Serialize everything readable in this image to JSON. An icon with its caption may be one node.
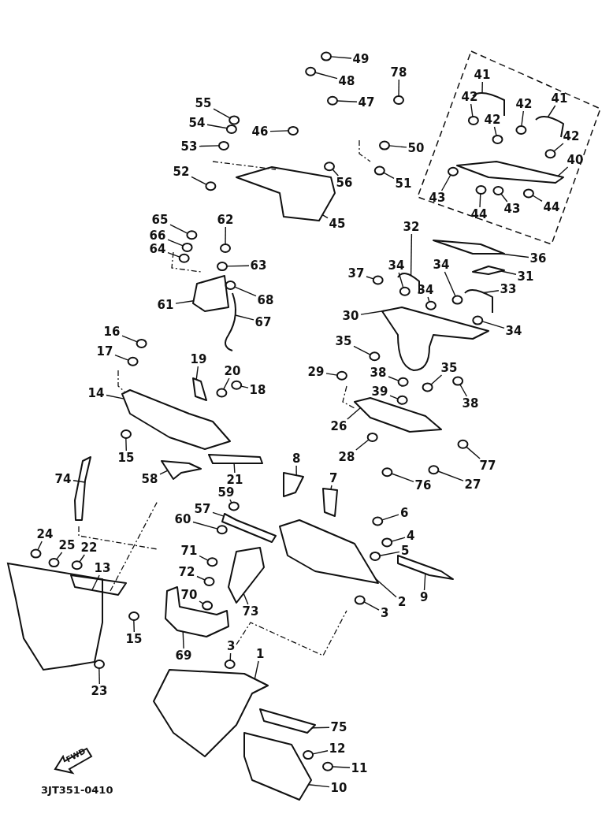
{
  "diagram": {
    "nodes": [
      {
        "text": [
          "49"
        ]
      },
      {
        "text": [
          "78"
        ]
      },
      {
        "text": [
          "48"
        ]
      },
      {
        "text": [
          "47"
        ]
      },
      {
        "text": [
          "55"
        ]
      },
      {
        "text": [
          "54"
        ]
      },
      {
        "text": [
          "46"
        ]
      },
      {
        "text": [
          "53"
        ]
      },
      {
        "text": [
          "50"
        ]
      },
      {
        "text": [
          "52"
        ]
      },
      {
        "text": [
          "56"
        ]
      },
      {
        "text": [
          "51"
        ]
      },
      {
        "text": [
          "45"
        ]
      },
      {
        "text": [
          "41"
        ]
      },
      {
        "text": [
          "41"
        ]
      },
      {
        "text": [
          "42"
        ]
      },
      {
        "text": [
          "42"
        ]
      },
      {
        "text": [
          "42"
        ]
      },
      {
        "text": [
          "42"
        ]
      },
      {
        "text": [
          "40"
        ]
      },
      {
        "text": [
          "43"
        ]
      },
      {
        "text": [
          "44"
        ]
      },
      {
        "text": [
          "43"
        ]
      },
      {
        "text": [
          "44"
        ]
      },
      {
        "text": [
          "65"
        ]
      },
      {
        "text": [
          "62"
        ]
      },
      {
        "text": [
          "32"
        ]
      },
      {
        "text": [
          "66"
        ]
      },
      {
        "text": [
          "64"
        ]
      },
      {
        "text": [
          "36"
        ]
      },
      {
        "text": [
          "63"
        ]
      },
      {
        "text": [
          "31"
        ]
      },
      {
        "text": [
          "37"
        ]
      },
      {
        "text": [
          "34"
        ]
      },
      {
        "text": [
          "34"
        ]
      },
      {
        "text": [
          "34"
        ]
      },
      {
        "text": [
          "33"
        ]
      },
      {
        "text": [
          "68"
        ]
      },
      {
        "text": [
          "61"
        ]
      },
      {
        "text": [
          "30"
        ]
      },
      {
        "text": [
          "67"
        ]
      },
      {
        "text": [
          "34"
        ]
      },
      {
        "text": [
          "16"
        ]
      },
      {
        "text": [
          "35"
        ]
      },
      {
        "text": [
          "17"
        ]
      },
      {
        "text": [
          "19"
        ]
      },
      {
        "text": [
          "29"
        ]
      },
      {
        "text": [
          "20"
        ]
      },
      {
        "text": [
          "38"
        ]
      },
      {
        "text": [
          "35"
        ]
      },
      {
        "text": [
          "18"
        ]
      },
      {
        "text": [
          "39"
        ]
      },
      {
        "text": [
          "14"
        ]
      },
      {
        "text": [
          "38"
        ]
      },
      {
        "text": [
          "26"
        ]
      },
      {
        "text": [
          "15"
        ]
      },
      {
        "text": [
          "8"
        ]
      },
      {
        "text": [
          "28"
        ]
      },
      {
        "text": [
          "77"
        ]
      },
      {
        "text": [
          "74"
        ]
      },
      {
        "text": [
          "58"
        ]
      },
      {
        "text": [
          "21"
        ]
      },
      {
        "text": [
          "7"
        ]
      },
      {
        "text": [
          "76"
        ]
      },
      {
        "text": [
          "27"
        ]
      },
      {
        "text": [
          "59"
        ]
      },
      {
        "text": [
          "57"
        ]
      },
      {
        "text": [
          "6"
        ]
      },
      {
        "text": [
          "60"
        ]
      },
      {
        "text": [
          "24"
        ]
      },
      {
        "text": [
          "4"
        ]
      },
      {
        "text": [
          "25"
        ]
      },
      {
        "text": [
          "22"
        ]
      },
      {
        "text": [
          "71"
        ]
      },
      {
        "text": [
          "5"
        ]
      },
      {
        "text": [
          "13"
        ]
      },
      {
        "text": [
          "72"
        ]
      },
      {
        "text": [
          "70"
        ]
      },
      {
        "text": [
          "9"
        ]
      },
      {
        "text": [
          "2"
        ]
      },
      {
        "text": [
          "73"
        ]
      },
      {
        "text": [
          "3"
        ]
      },
      {
        "text": [
          "15"
        ]
      },
      {
        "text": [
          "3"
        ]
      },
      {
        "text": [
          "69"
        ]
      },
      {
        "text": [
          "1"
        ]
      },
      {
        "text": [
          "23"
        ]
      },
      {
        "text": [
          "75"
        ]
      },
      {
        "text": [
          "12"
        ]
      },
      {
        "text": [
          "11"
        ]
      },
      {
        "text": [
          "10"
        ]
      },
      {
        "text": [],
        "shape": "picture"
      },
      {
        "text": [],
        "shape": "picture"
      },
      {
        "text": [],
        "shape": "picture"
      },
      {
        "text": [],
        "shape": "picture"
      },
      {
        "text": [],
        "shape": "picture"
      },
      {
        "text": [],
        "shape": "picture"
      },
      {
        "text": [],
        "shape": "picture"
      },
      {
        "text": [],
        "shape": "picture"
      },
      {
        "text": [],
        "shape": "picture"
      },
      {
        "text": [],
        "shape": "picture"
      },
      {
        "text": [],
        "shape": "picture"
      },
      {
        "text": [],
        "shape": "picture"
      },
      {
        "text": [],
        "shape": "picture"
      },
      {
        "text": [],
        "shape": "picture"
      },
      {
        "text": [],
        "shape": "picture"
      },
      {
        "text": [],
        "shape": "picture"
      },
      {
        "text": [],
        "shape": "picture"
      },
      {
        "text": [],
        "shape": "picture"
      },
      {
        "text": [],
        "shape": "picture"
      },
      {
        "text": [],
        "shape": "picture"
      },
      {
        "text": [],
        "shape": "picture"
      },
      {
        "text": [],
        "shape": "picture"
      },
      {
        "text": [],
        "shape": "picture"
      },
      {
        "text": [],
        "shape": "picture"
      },
      {
        "text": [],
        "shape": "picture"
      },
      {
        "text": [],
        "shape": "picture"
      },
      {
        "text": [],
        "shape": "picture"
      },
      {
        "text": [],
        "shape": "picture"
      },
      {
        "text": [],
        "shape": "picture"
      },
      {
        "text": [],
        "shape": "picture"
      },
      {
        "text": [],
        "shape": "picture"
      },
      {
        "text": [],
        "shape": "picture"
      },
      {
        "text": [],
        "shape": "picture"
      },
      {
        "text": [],
        "shape": "picture"
      },
      {
        "text": [],
        "shape": "picture"
      },
      {
        "text": [],
        "shape": "picture"
      },
      {
        "text": [],
        "shape": "picture"
      },
      {
        "text": [],
        "shape": "picture"
      },
      {
        "text": [],
        "shape": "picture"
      },
      {
        "text": [],
        "shape": "picture"
      },
      {
        "text": [],
        "shape": "picture"
      },
      {
        "text": [],
        "shape": "picture"
      },
      {
        "text": [],
        "shape": "picture"
      },
      {
        "text": [],
        "shape": "picture"
      },
      {
        "text": [],
        "shape": "picture"
      },
      {
        "text": [],
        "shape": "picture"
      },
      {
        "text": [],
        "shape": "picture"
      },
      {
        "text": [],
        "shape": "picture"
      },
      {
        "text": [],
        "shape": "picture"
      },
      {
        "text": [],
        "shape": "picture"
      },
      {
        "text": [],
        "shape": "picture"
      },
      {
        "text": [],
        "shape": "picture"
      },
      {
        "text": [],
        "shape": "picture"
      },
      {
        "text": [],
        "shape": "picture"
      },
      {
        "text": [],
        "shape": "picture"
      },
      {
        "text": [],
        "shape": "picture"
      },
      {
        "text": [],
        "shape": "picture"
      },
      {
        "text": [],
        "shape": "picture"
      },
      {
        "text": [],
        "shape": "picture"
      },
      {
        "text": [],
        "shape": "picture"
      },
      {
        "text": [],
        "shape": "picture"
      },
      {
        "text": [],
        "shape": "picture"
      },
      {
        "text": [],
        "shape": "picture"
      },
      {
        "text": [],
        "shape": "picture"
      },
      {
        "text": [],
        "shape": "picture"
      },
      {
        "text": [],
        "shape": "picture"
      },
      {
        "text": [],
        "shape": "picture"
      },
      {
        "text": [],
        "shape": "picture"
      },
      {
        "text": [],
        "shape": "picture"
      },
      {
        "text": [],
        "shape": "picture"
      },
      {
        "text": [],
        "shape": "picture"
      },
      {
        "text": [],
        "shape": "picture"
      },
      {
        "text": [],
        "shape": "picture"
      },
      {
        "text": [],
        "shape": "picture"
      },
      {
        "text": [],
        "shape": "picture"
      },
      {
        "text": [],
        "shape": "picture"
      },
      {
        "text": [],
        "shape": "picture"
      },
      {
        "text": [],
        "shape": "picture"
      },
      {
        "text": [],
        "shape": "picture"
      },
      {
        "text": [],
        "shape": "picture"
      },
      {
        "text": [],
        "shape": "picture"
      },
      {
        "text": [],
        "shape": "picture"
      },
      {
        "text": [],
        "shape": "picture"
      },
      {
        "text": [],
        "shape": "picture"
      },
      {
        "text": [],
        "shape": "picture"
      },
      {
        "text": [],
        "shape": "picture"
      },
      {
        "text": [],
        "shape": "picture"
      },
      {
        "text": [],
        "shape": "picture"
      },
      {
        "text": [],
        "shape": "picture"
      },
      {
        "text": [],
        "shape": "picture"
      },
      {
        "text": [],
        "shape": "picture"
      }
    ],
    "edges": [
      {
        "from": 0,
        "to": 91,
        "arrow": "none"
      },
      {
        "from": 1,
        "to": 92,
        "arrow": "none"
      },
      {
        "from": 2,
        "to": 93,
        "arrow": "none"
      },
      {
        "from": 3,
        "to": 94,
        "arrow": "none"
      },
      {
        "from": 4,
        "to": 95,
        "arrow": "none"
      },
      {
        "from": 5,
        "to": 96,
        "arrow": "none"
      },
      {
        "from": 6,
        "to": 97,
        "arrow": "none"
      },
      {
        "from": 7,
        "to": 98,
        "arrow": "none"
      },
      {
        "from": 8,
        "to": 99,
        "arrow": "none"
      },
      {
        "from": 9,
        "to": 100,
        "arrow": "none"
      },
      {
        "from": 10,
        "to": 101,
        "arrow": "none"
      },
      {
        "from": 11,
        "to": 102,
        "arrow": "none"
      },
      {
        "from": 12,
        "to": 103,
        "arrow": "none"
      },
      {
        "from": 13,
        "to": 104,
        "arrow": "none"
      },
      {
        "from": 14,
        "to": 105,
        "arrow": "none"
      },
      {
        "from": 15,
        "to": 106,
        "arrow": "none"
      },
      {
        "from": 16,
        "to": 107,
        "arrow": "none"
      },
      {
        "from": 17,
        "to": 108,
        "arrow": "none"
      },
      {
        "from": 18,
        "to": 109,
        "arrow": "none"
      },
      {
        "from": 19,
        "to": 110,
        "arrow": "none"
      },
      {
        "from": 20,
        "to": 111,
        "arrow": "none"
      },
      {
        "from": 21,
        "to": 112,
        "arrow": "none"
      },
      {
        "from": 22,
        "to": 113,
        "arrow": "none"
      },
      {
        "from": 23,
        "to": 114,
        "arrow": "none"
      },
      {
        "from": 24,
        "to": 115,
        "arrow": "none"
      },
      {
        "from": 25,
        "to": 116,
        "arrow": "none"
      },
      {
        "from": 26,
        "to": 117,
        "arrow": "none"
      },
      {
        "from": 27,
        "to": 118,
        "arrow": "none"
      },
      {
        "from": 28,
        "to": 119,
        "arrow": "none"
      },
      {
        "from": 29,
        "to": 120,
        "arrow": "none"
      },
      {
        "from": 30,
        "to": 121,
        "arrow": "none"
      },
      {
        "from": 31,
        "to": 122,
        "arrow": "none"
      },
      {
        "from": 32,
        "to": 123,
        "arrow": "none"
      },
      {
        "from": 33,
        "to": 124,
        "arrow": "none"
      },
      {
        "from": 34,
        "to": 125,
        "arrow": "none"
      },
      {
        "from": 35,
        "to": 126,
        "arrow": "none"
      },
      {
        "from": 36,
        "to": 127,
        "arrow": "none"
      },
      {
        "from": 37,
        "to": 128,
        "arrow": "none"
      },
      {
        "from": 38,
        "to": 129,
        "arrow": "none"
      },
      {
        "from": 39,
        "to": 130,
        "arrow": "none"
      },
      {
        "from": 40,
        "to": 131,
        "arrow": "none"
      },
      {
        "from": 41,
        "to": 132,
        "arrow": "none"
      },
      {
        "from": 42,
        "to": 133,
        "arrow": "none"
      },
      {
        "from": 43,
        "to": 134,
        "arrow": "none"
      },
      {
        "from": 44,
        "to": 135,
        "arrow": "none"
      },
      {
        "from": 45,
        "to": 136,
        "arrow": "none"
      },
      {
        "from": 46,
        "to": 137,
        "arrow": "none"
      },
      {
        "from": 47,
        "to": 138,
        "arrow": "none"
      },
      {
        "from": 48,
        "to": 139,
        "arrow": "none"
      },
      {
        "from": 49,
        "to": 140,
        "arrow": "none"
      },
      {
        "from": 50,
        "to": 141,
        "arrow": "none"
      },
      {
        "from": 51,
        "to": 142,
        "arrow": "none"
      },
      {
        "from": 52,
        "to": 143,
        "arrow": "none"
      },
      {
        "from": 53,
        "to": 144,
        "arrow": "none"
      },
      {
        "from": 54,
        "to": 145,
        "arrow": "none"
      },
      {
        "from": 55,
        "to": 146,
        "arrow": "none"
      },
      {
        "from": 56,
        "to": 147,
        "arrow": "none"
      },
      {
        "from": 57,
        "to": 148,
        "arrow": "none"
      },
      {
        "from": 58,
        "to": 149,
        "arrow": "none"
      },
      {
        "from": 59,
        "to": 150,
        "arrow": "none"
      },
      {
        "from": 60,
        "to": 151,
        "arrow": "none"
      },
      {
        "from": 61,
        "to": 152,
        "arrow": "none"
      },
      {
        "from": 62,
        "to": 153,
        "arrow": "none"
      },
      {
        "from": 63,
        "to": 154,
        "arrow": "none"
      },
      {
        "from": 64,
        "to": 155,
        "arrow": "none"
      },
      {
        "from": 65,
        "to": 156,
        "arrow": "none"
      },
      {
        "from": 66,
        "to": 157,
        "arrow": "none"
      },
      {
        "from": 67,
        "to": 158,
        "arrow": "none"
      },
      {
        "from": 68,
        "to": 159,
        "arrow": "none"
      },
      {
        "from": 69,
        "to": 160,
        "arrow": "none"
      },
      {
        "from": 70,
        "to": 161,
        "arrow": "none"
      },
      {
        "from": 71,
        "to": 162,
        "arrow": "none"
      },
      {
        "from": 72,
        "to": 163,
        "arrow": "none"
      },
      {
        "from": 73,
        "to": 164,
        "arrow": "none"
      },
      {
        "from": 74,
        "to": 165,
        "arrow": "none"
      },
      {
        "from": 75,
        "to": 166,
        "arrow": "none"
      },
      {
        "from": 76,
        "to": 167,
        "arrow": "none"
      },
      {
        "from": 77,
        "to": 168,
        "arrow": "none"
      },
      {
        "from": 78,
        "to": 169,
        "arrow": "none"
      },
      {
        "from": 79,
        "to": 170,
        "arrow": "none"
      },
      {
        "from": 80,
        "to": 171,
        "arrow": "none"
      },
      {
        "from": 81,
        "to": 172,
        "arrow": "none"
      },
      {
        "from": 82,
        "to": 173,
        "arrow": "none"
      },
      {
        "from": 83,
        "to": 174,
        "arrow": "none"
      },
      {
        "from": 84,
        "to": 175,
        "arrow": "none"
      },
      {
        "from": 85,
        "to": 176,
        "arrow": "none"
      },
      {
        "from": 86,
        "to": 177,
        "arrow": "none"
      },
      {
        "from": 87,
        "to": 178,
        "arrow": "none"
      },
      {
        "from": 88,
        "to": 179,
        "arrow": "none"
      },
      {
        "from": 89,
        "to": 180,
        "arrow": "none"
      },
      {
        "from": 90,
        "to": 181,
        "arrow": "none"
      }
    ],
    "labels": [
      "FWD",
      "3JT351-0410"
    ]
  }
}
